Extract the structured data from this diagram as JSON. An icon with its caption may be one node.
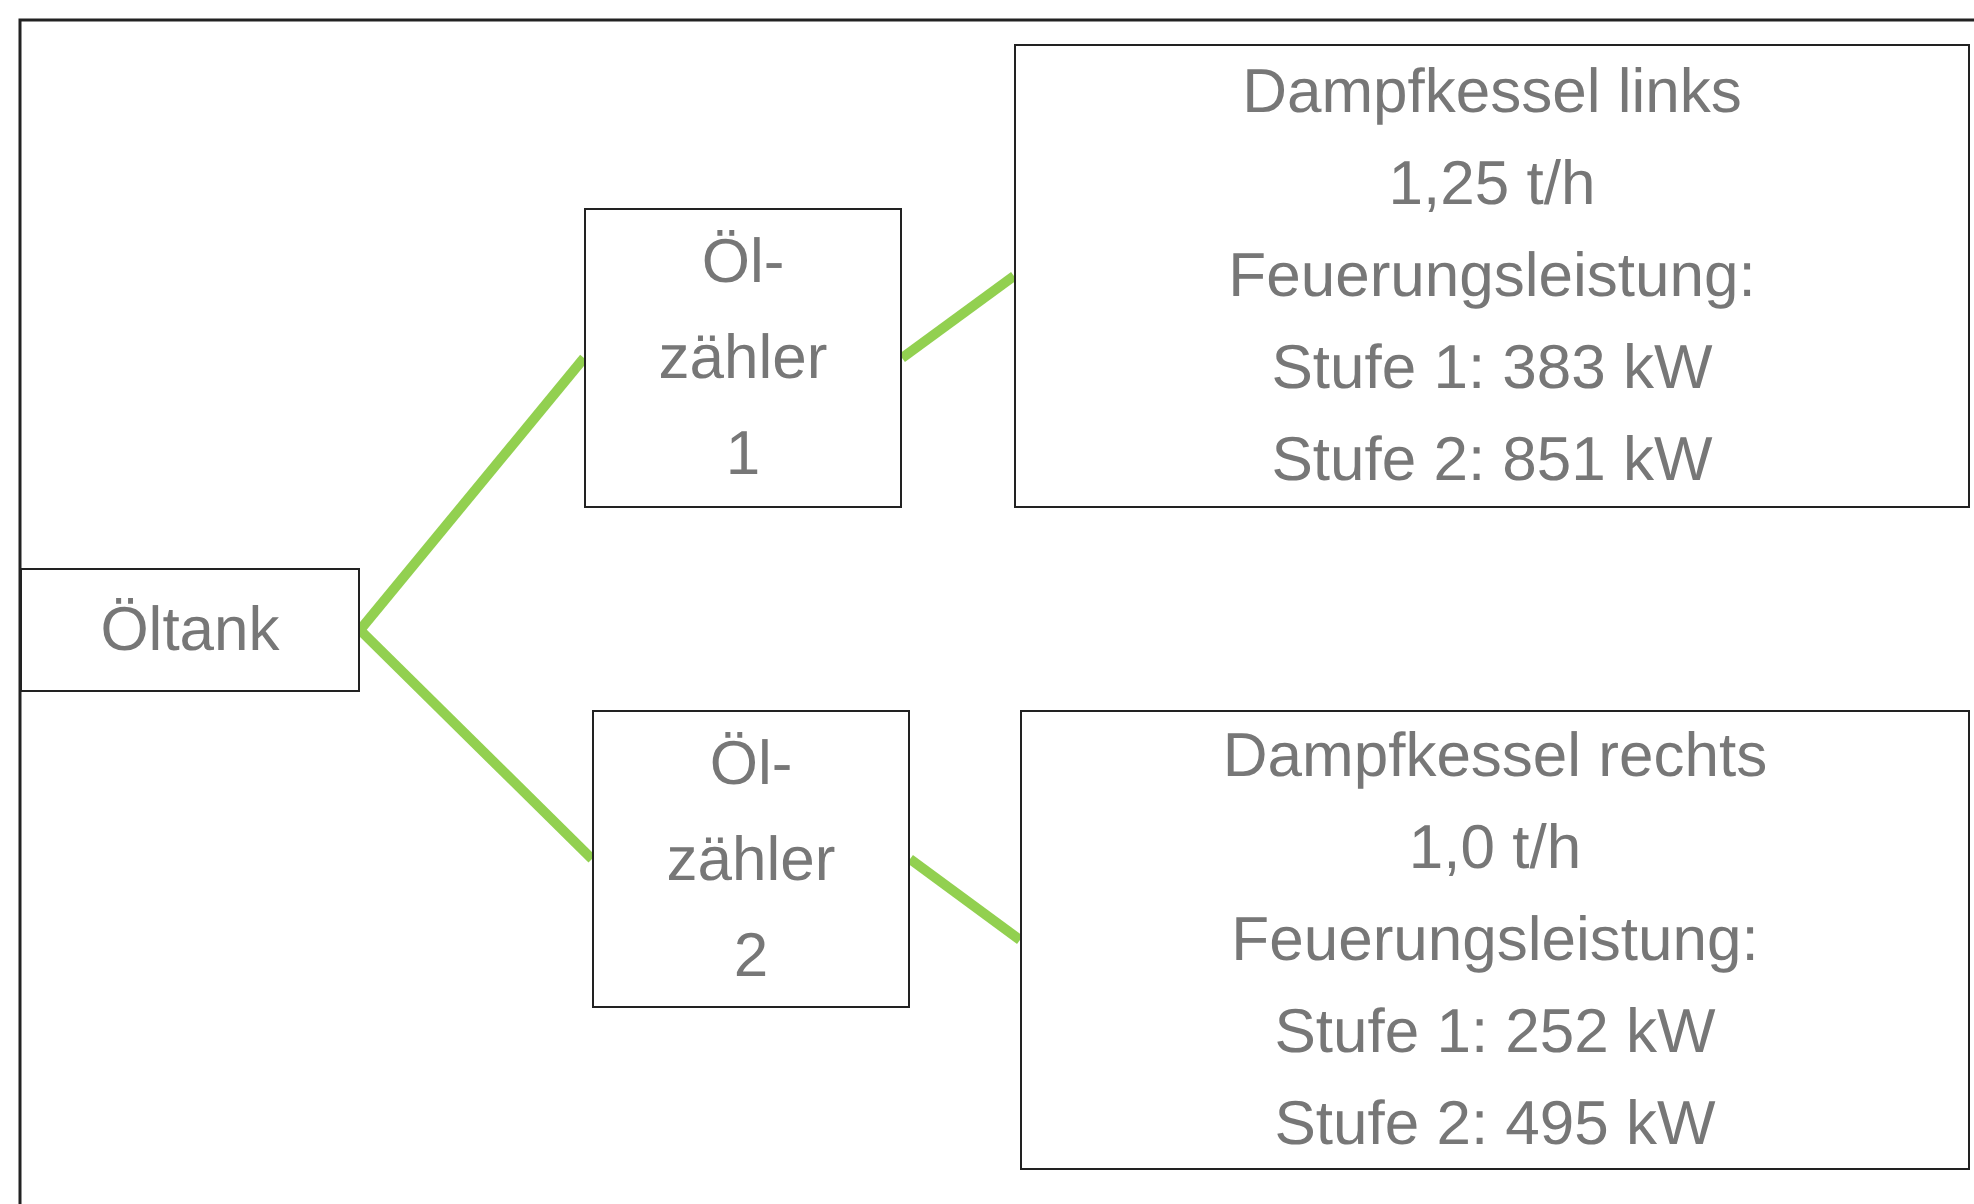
{
  "diagram": {
    "nodes": [
      {
        "text": [
          "Öltank"
        ]
      },
      {
        "text": [
          "Öl- zähler 1"
        ]
      },
      {
        "text": [
          "Dampfkessel links",
          "1,25 t/h",
          "Feuerungsleistung:",
          "Stufe 1: 383 kW",
          "Stufe 2: 851 kW"
        ]
      },
      {
        "text": [
          "Öl- zähler 2"
        ]
      },
      {
        "text": [
          "Dampfkessel rechts",
          "1,0 t/h",
          "Feuerungsleistung:",
          "Stufe 1: 252 kW",
          "Stufe 2: 495 kW"
        ]
      }
    ],
    "edges": [
      {
        "from": 0,
        "to": 1,
        "arrow": "none"
      },
      {
        "from": 0,
        "to": 3,
        "arrow": "none"
      },
      {
        "from": 1,
        "to": 2,
        "arrow": "none"
      },
      {
        "from": 3,
        "to": 4,
        "arrow": "none"
      }
    ]
  }
}
